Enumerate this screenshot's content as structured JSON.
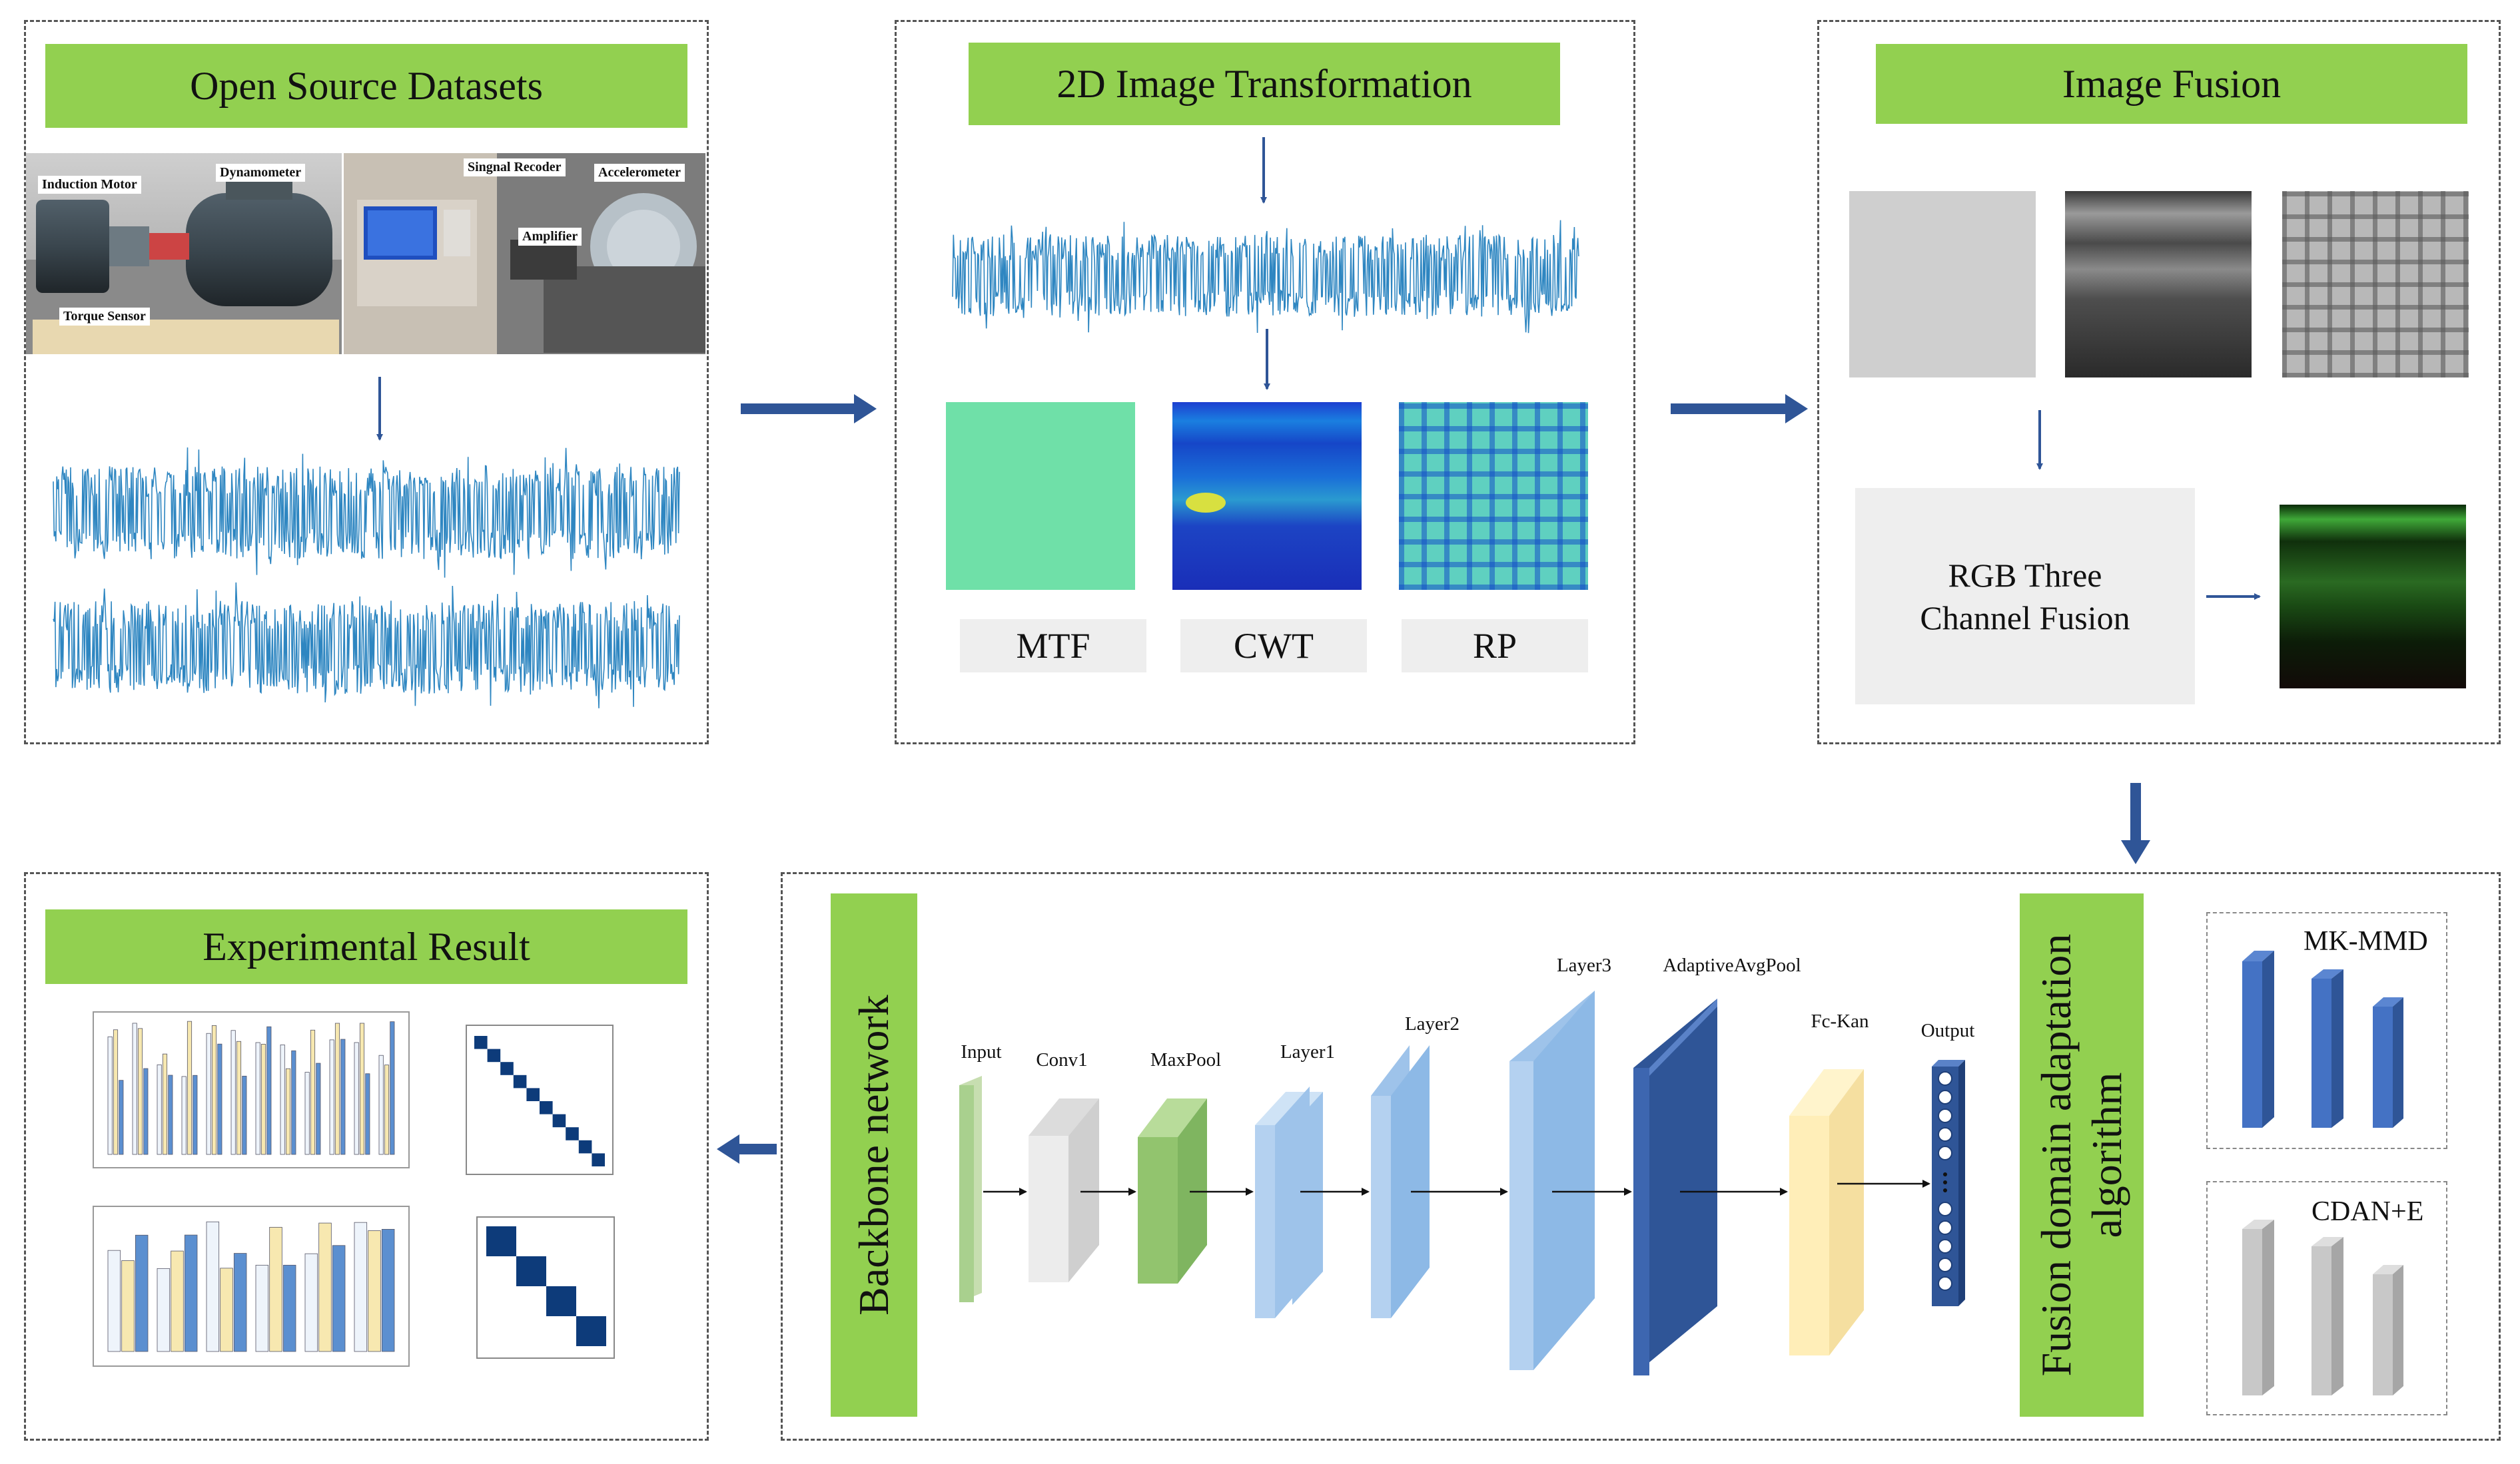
{
  "panels": {
    "datasets": {
      "title": "Open Source Datasets",
      "photo_labels": {
        "induction_motor": "Induction Motor",
        "dynamometer": "Dynamometer",
        "torque_sensor": "Torque Sensor",
        "signal_recoder": "Singnal Recoder",
        "accelerometer": "Accelerometer",
        "amplifier": "Amplifier"
      }
    },
    "transformation": {
      "title": "2D Image Transformation",
      "methods": [
        "MTF",
        "CWT",
        "RP"
      ]
    },
    "fusion": {
      "title": "Image Fusion",
      "fusion_box": "RGB Three\nChannel Fusion"
    },
    "network": {
      "backbone": "Backbone network",
      "layers": [
        "Input",
        "Conv1",
        "MaxPool",
        "Layer1",
        "Layer2",
        "Layer3",
        "AdaptiveAvgPool",
        "Fc-Kan",
        "Output"
      ],
      "domain_title": "Fusion domain adaptation\nalgorithm",
      "mkmmd": "MK-MMD",
      "cdan": "CDAN+E"
    },
    "result": {
      "title": "Experimental Result"
    }
  },
  "colors": {
    "banner_green": "#92d050",
    "arrow_blue": "#2f5597",
    "signal_blue": "#2e86c1",
    "dashed_border": "#555555"
  }
}
